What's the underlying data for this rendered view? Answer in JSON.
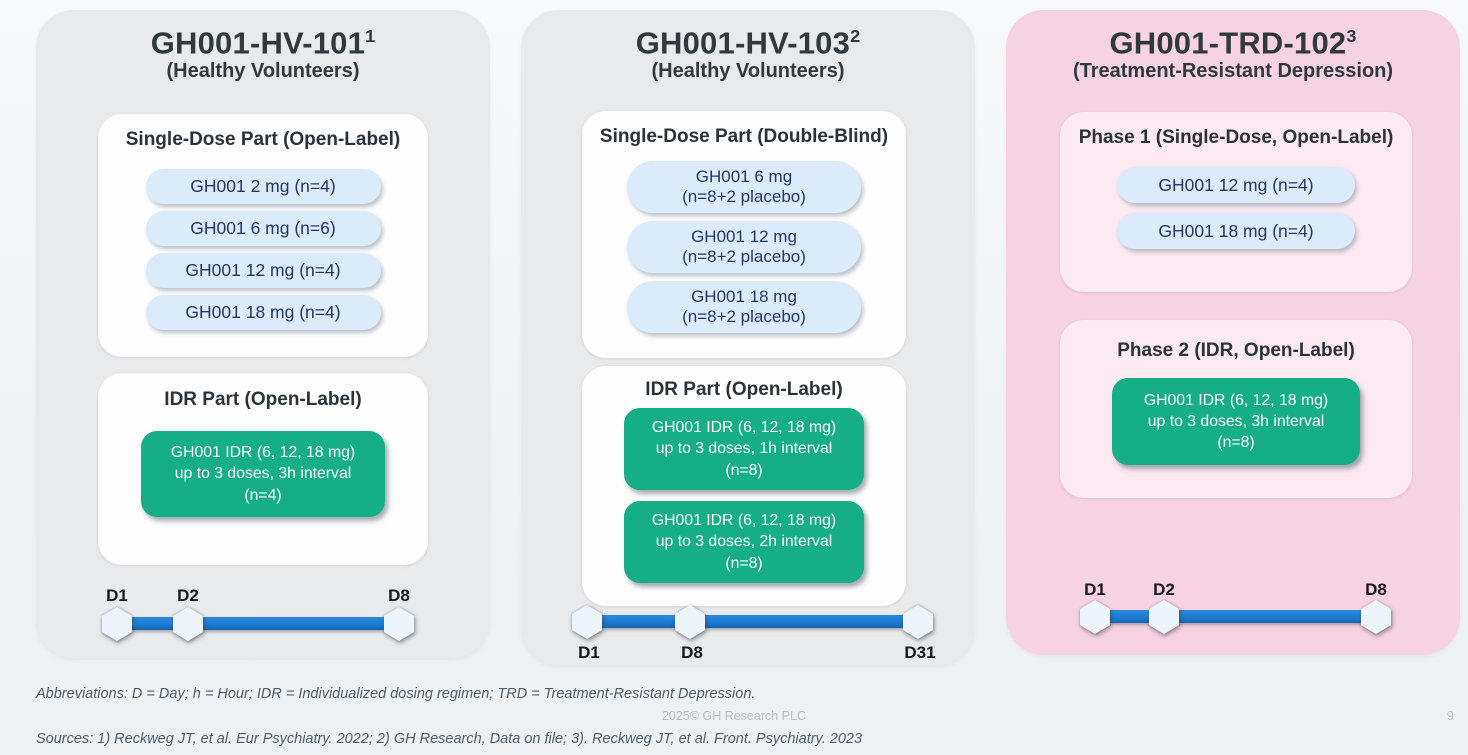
{
  "slide": {
    "footer": {
      "abbreviations": "Abbreviations: D = Day; h = Hour; IDR = Individualized dosing regimen; TRD = Treatment-Resistant Depression.",
      "copyright": "2025© GH Research PLC",
      "sources": "Sources: 1) Reckweg JT, et al. Eur Psychiatry. 2022; 2) GH Research, Data on file; 3). Reckweg JT, et al. Front. Psychiatry. 2023",
      "page_number": "9"
    },
    "colors": {
      "slide_background": "#f2f5f6",
      "card_gray": "#e8eaeb",
      "card_pink": "#f7d2e2",
      "panel_white": "#fdfdfe",
      "panel_pink": "#fceaf2",
      "dose_pill_blue": "#dcebfa",
      "dose_pill_text": "#1f3a60",
      "idr_green": "#15ae86",
      "timeline_blue": "#1d7cd2",
      "heading_text": "#30393e",
      "footer_text": "#4e5d6a"
    }
  },
  "columns": [
    {
      "title": "GH001-HV-101",
      "title_sup": "1",
      "subtitle": "(Healthy Volunteers)",
      "sections": [
        {
          "header": "Single-Dose Part (Open-Label)",
          "pills": [
            "GH001 2 mg (n=4)",
            "GH001 6 mg (n=6)",
            "GH001 12 mg (n=4)",
            "GH001 18 mg (n=4)"
          ]
        },
        {
          "header": "IDR Part (Open-Label)",
          "idr_boxes": [
            "GH001 IDR (6, 12, 18 mg)\nup to 3 doses, 3h interval\n(n=4)"
          ]
        }
      ],
      "timeline": {
        "labels_position": "above",
        "points": [
          "D1",
          "D2",
          "D8"
        ]
      }
    },
    {
      "title": "GH001-HV-103",
      "title_sup": "2",
      "subtitle": "(Healthy Volunteers)",
      "sections": [
        {
          "header": "Single-Dose Part (Double-Blind)",
          "pills": [
            "GH001 6 mg\n(n=8+2 placebo)",
            "GH001 12 mg\n(n=8+2 placebo)",
            "GH001 18 mg\n(n=8+2 placebo)"
          ]
        },
        {
          "header": "IDR Part (Open-Label)",
          "idr_boxes": [
            "GH001 IDR (6, 12, 18 mg)\nup to 3 doses, 1h interval\n(n=8)",
            "GH001 IDR (6, 12, 18 mg)\nup to 3 doses, 2h interval\n(n=8)"
          ]
        }
      ],
      "timeline": {
        "labels_position": "below",
        "points": [
          "D1",
          "D8",
          "D31"
        ]
      }
    },
    {
      "title": "GH001-TRD-102",
      "title_sup": "3",
      "subtitle": "(Treatment-Resistant Depression)",
      "sections": [
        {
          "header": "Phase 1 (Single-Dose, Open-Label)",
          "pills": [
            "GH001 12 mg (n=4)",
            "GH001 18 mg (n=4)"
          ]
        },
        {
          "header": "Phase 2 (IDR, Open-Label)",
          "idr_boxes": [
            "GH001 IDR (6, 12, 18 mg)\nup to 3 doses, 3h interval\n(n=8)"
          ]
        }
      ],
      "timeline": {
        "labels_position": "above",
        "points": [
          "D1",
          "D2",
          "D8"
        ]
      }
    }
  ]
}
